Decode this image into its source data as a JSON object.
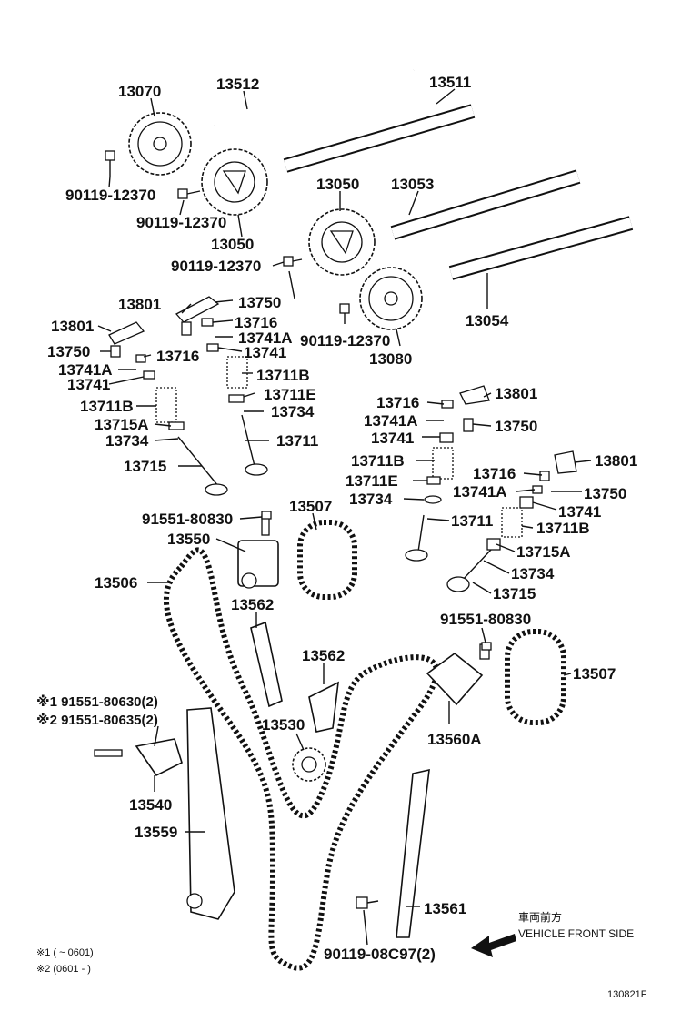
{
  "parts": {
    "p13070": "13070",
    "p13512": "13512",
    "p13511": "13511",
    "p90119_12370_a": "90119-12370",
    "p90119_12370_b": "90119-12370",
    "p13050_a": "13050",
    "p13050_b": "13050",
    "p13053": "13053",
    "p90119_12370_c": "90119-12370",
    "p13801_a": "13801",
    "p13750_a": "13750",
    "p13801_b": "13801",
    "p13716_a": "13716",
    "p13741A_a": "13741A",
    "p13750_b": "13750",
    "p13741_a": "13741",
    "p13716_b": "13716",
    "p13741A_b": "13741A",
    "p13741_b": "13741",
    "p13711B_a": "13711B",
    "p13711E_a": "13711E",
    "p13711B_b": "13711B",
    "p13734_a": "13734",
    "p13715A_a": "13715A",
    "p13734_b": "13734",
    "p13711_a": "13711",
    "p13715_a": "13715",
    "p90119_12370_d": "90119-12370",
    "p13054": "13054",
    "p13080": "13080",
    "p13716_c": "13716",
    "p13801_c": "13801",
    "p13741A_c": "13741A",
    "p13750_c": "13750",
    "p13741_c": "13741",
    "p13711B_c": "13711B",
    "p13711E_b": "13711E",
    "p13734_c": "13734",
    "p13716_d": "13716",
    "p13801_d": "13801",
    "p13741A_d": "13741A",
    "p13750_d": "13750",
    "p13741_d": "13741",
    "p13711_b": "13711",
    "p13711B_d": "13711B",
    "p13715A_b": "13715A",
    "p13734_d": "13734",
    "p13715_b": "13715",
    "p91551_80830_a": "91551-80830",
    "p13507_a": "13507",
    "p13550": "13550",
    "p13506": "13506",
    "p13562_a": "13562",
    "p91551_80830_b": "91551-80830",
    "p13562_b": "13562",
    "p13507_b": "13507",
    "p13530": "13530",
    "p13560A": "13560A",
    "p13540": "13540",
    "p13559": "13559",
    "p13561": "13561",
    "p90119_08C97": "90119-08C97(2)"
  },
  "notes": {
    "bolt_1": "※1 91551-80630(2)",
    "bolt_2": "※2 91551-80635(2)",
    "front_jp": "車両前方",
    "front_en": "VEHICLE FRONT SIDE"
  },
  "legend": {
    "line_1": "※1 (         ~ 0601)",
    "line_2": "※2 (0601 -          )"
  },
  "drawing_code": "130821F"
}
